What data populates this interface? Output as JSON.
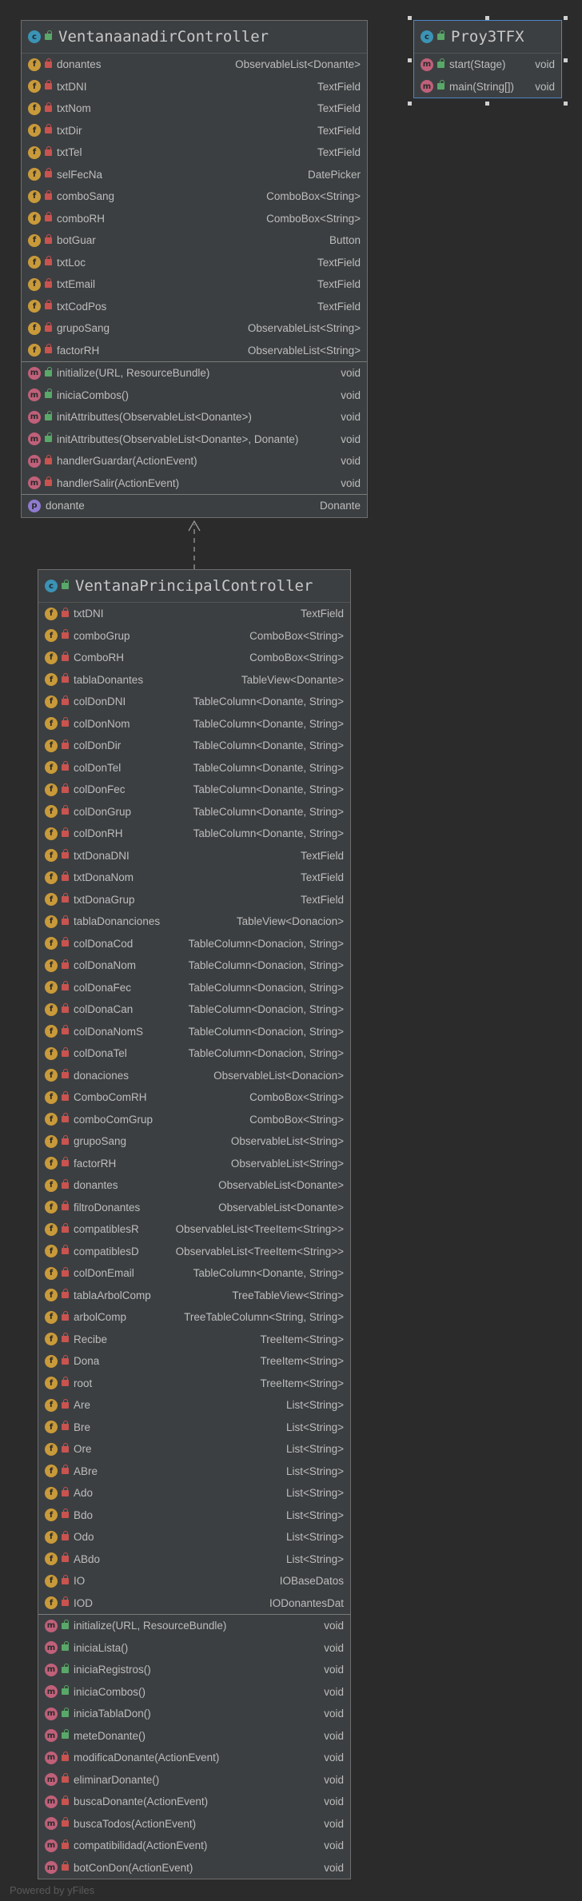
{
  "classes": {
    "anadir": {
      "title": "VentanaanadirController",
      "fields": [
        {
          "name": "donantes",
          "type": "ObservableList<Donante>"
        },
        {
          "name": "txtDNI",
          "type": "TextField"
        },
        {
          "name": "txtNom",
          "type": "TextField"
        },
        {
          "name": "txtDir",
          "type": "TextField"
        },
        {
          "name": "txtTel",
          "type": "TextField"
        },
        {
          "name": "selFecNa",
          "type": "DatePicker"
        },
        {
          "name": "comboSang",
          "type": "ComboBox<String>"
        },
        {
          "name": "comboRH",
          "type": "ComboBox<String>"
        },
        {
          "name": "botGuar",
          "type": "Button"
        },
        {
          "name": "txtLoc",
          "type": "TextField"
        },
        {
          "name": "txtEmail",
          "type": "TextField"
        },
        {
          "name": "txtCodPos",
          "type": "TextField"
        },
        {
          "name": "grupoSang",
          "type": "ObservableList<String>"
        },
        {
          "name": "factorRH",
          "type": "ObservableList<String>"
        }
      ],
      "methods": [
        {
          "name": "initialize(URL, ResourceBundle)",
          "type": "void",
          "vis": "pub"
        },
        {
          "name": "iniciaCombos()",
          "type": "void",
          "vis": "pub"
        },
        {
          "name": "initAttributtes(ObservableList<Donante>)",
          "type": "void",
          "vis": "pub"
        },
        {
          "name": "initAttributtes(ObservableList<Donante>, Donante)",
          "type": "void",
          "vis": "pub"
        },
        {
          "name": "handlerGuardar(ActionEvent)",
          "type": "void",
          "vis": "priv"
        },
        {
          "name": "handlerSalir(ActionEvent)",
          "type": "void",
          "vis": "priv"
        }
      ],
      "properties": [
        {
          "name": "donante",
          "type": "Donante"
        }
      ]
    },
    "proy": {
      "title": "Proy3TFX",
      "methods": [
        {
          "name": "start(Stage)",
          "type": "void",
          "vis": "pub"
        },
        {
          "name": "main(String[])",
          "type": "void",
          "vis": "pub"
        }
      ]
    },
    "principal": {
      "title": "VentanaPrincipalController",
      "fields": [
        {
          "name": "txtDNI",
          "type": "TextField"
        },
        {
          "name": "comboGrup",
          "type": "ComboBox<String>"
        },
        {
          "name": "ComboRH",
          "type": "ComboBox<String>"
        },
        {
          "name": "tablaDonantes",
          "type": "TableView<Donante>"
        },
        {
          "name": "colDonDNI",
          "type": "TableColumn<Donante, String>"
        },
        {
          "name": "colDonNom",
          "type": "TableColumn<Donante, String>"
        },
        {
          "name": "colDonDir",
          "type": "TableColumn<Donante, String>"
        },
        {
          "name": "colDonTel",
          "type": "TableColumn<Donante, String>"
        },
        {
          "name": "colDonFec",
          "type": "TableColumn<Donante, String>"
        },
        {
          "name": "colDonGrup",
          "type": "TableColumn<Donante, String>"
        },
        {
          "name": "colDonRH",
          "type": "TableColumn<Donante, String>"
        },
        {
          "name": "txtDonaDNI",
          "type": "TextField"
        },
        {
          "name": "txtDonaNom",
          "type": "TextField"
        },
        {
          "name": "txtDonaGrup",
          "type": "TextField"
        },
        {
          "name": "tablaDonanciones",
          "type": "TableView<Donacion>"
        },
        {
          "name": "colDonaCod",
          "type": "TableColumn<Donacion, String>"
        },
        {
          "name": "colDonaNom",
          "type": "TableColumn<Donacion, String>"
        },
        {
          "name": "colDonaFec",
          "type": "TableColumn<Donacion, String>"
        },
        {
          "name": "colDonaCan",
          "type": "TableColumn<Donacion, String>"
        },
        {
          "name": "colDonaNomS",
          "type": "TableColumn<Donacion, String>"
        },
        {
          "name": "colDonaTel",
          "type": "TableColumn<Donacion, String>"
        },
        {
          "name": "donaciones",
          "type": "ObservableList<Donacion>"
        },
        {
          "name": "ComboComRH",
          "type": "ComboBox<String>"
        },
        {
          "name": "comboComGrup",
          "type": "ComboBox<String>"
        },
        {
          "name": "grupoSang",
          "type": "ObservableList<String>"
        },
        {
          "name": "factorRH",
          "type": "ObservableList<String>"
        },
        {
          "name": "donantes",
          "type": "ObservableList<Donante>"
        },
        {
          "name": "filtroDonantes",
          "type": "ObservableList<Donante>"
        },
        {
          "name": "compatiblesR",
          "type": "ObservableList<TreeItem<String>>"
        },
        {
          "name": "compatiblesD",
          "type": "ObservableList<TreeItem<String>>"
        },
        {
          "name": "colDonEmail",
          "type": "TableColumn<Donante, String>"
        },
        {
          "name": "tablaArbolComp",
          "type": "TreeTableView<String>"
        },
        {
          "name": "arbolComp",
          "type": "TreeTableColumn<String, String>"
        },
        {
          "name": "Recibe",
          "type": "TreeItem<String>"
        },
        {
          "name": "Dona",
          "type": "TreeItem<String>"
        },
        {
          "name": "root",
          "type": "TreeItem<String>"
        },
        {
          "name": "Are",
          "type": "List<String>"
        },
        {
          "name": "Bre",
          "type": "List<String>"
        },
        {
          "name": "Ore",
          "type": "List<String>"
        },
        {
          "name": "ABre",
          "type": "List<String>"
        },
        {
          "name": "Ado",
          "type": "List<String>"
        },
        {
          "name": "Bdo",
          "type": "List<String>"
        },
        {
          "name": "Odo",
          "type": "List<String>"
        },
        {
          "name": "ABdo",
          "type": "List<String>"
        },
        {
          "name": "IO",
          "type": "IOBaseDatos"
        },
        {
          "name": "IOD",
          "type": "IODonantesDat"
        }
      ],
      "methods": [
        {
          "name": "initialize(URL, ResourceBundle)",
          "type": "void",
          "vis": "pub"
        },
        {
          "name": "iniciaLista()",
          "type": "void",
          "vis": "pub"
        },
        {
          "name": "iniciaRegistros()",
          "type": "void",
          "vis": "pub"
        },
        {
          "name": "iniciaCombos()",
          "type": "void",
          "vis": "pub"
        },
        {
          "name": "iniciaTablaDon()",
          "type": "void",
          "vis": "pub"
        },
        {
          "name": "meteDonante()",
          "type": "void",
          "vis": "pub"
        },
        {
          "name": "modificaDonante(ActionEvent)",
          "type": "void",
          "vis": "priv"
        },
        {
          "name": "eliminarDonante()",
          "type": "void",
          "vis": "priv"
        },
        {
          "name": "buscaDonante(ActionEvent)",
          "type": "void",
          "vis": "priv"
        },
        {
          "name": "buscaTodos(ActionEvent)",
          "type": "void",
          "vis": "priv"
        },
        {
          "name": "compatibilidad(ActionEvent)",
          "type": "void",
          "vis": "priv"
        },
        {
          "name": "botConDon(ActionEvent)",
          "type": "void",
          "vis": "priv"
        }
      ]
    }
  },
  "footer": "Powered by yFiles",
  "colors": {
    "background": "#2b2b2b",
    "node": "#3c3f41",
    "field_icon": "#c99a3a",
    "method_icon": "#c0607a",
    "class_icon": "#3b93b5",
    "selection": "#4a88c7"
  }
}
